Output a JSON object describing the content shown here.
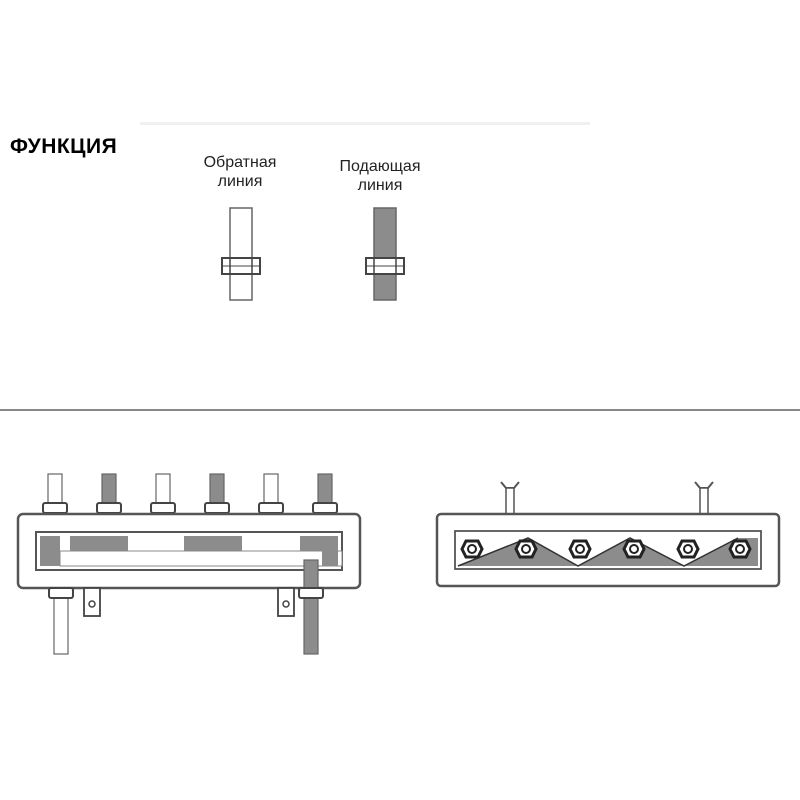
{
  "heading": "ФУНКЦИЯ",
  "legend": {
    "return_line": {
      "line1": "Обратная",
      "line2": "линия"
    },
    "supply_line": {
      "line1": "Подающая",
      "line2": "линия"
    }
  },
  "colors": {
    "return_pipe": "#ffffff",
    "supply_pipe": "#8c8c8c",
    "outline": "#555555",
    "divider": "#888888"
  },
  "icons": [
    "nut-icon",
    "pipe-icon",
    "bracket-icon",
    "air-vent-icon"
  ]
}
